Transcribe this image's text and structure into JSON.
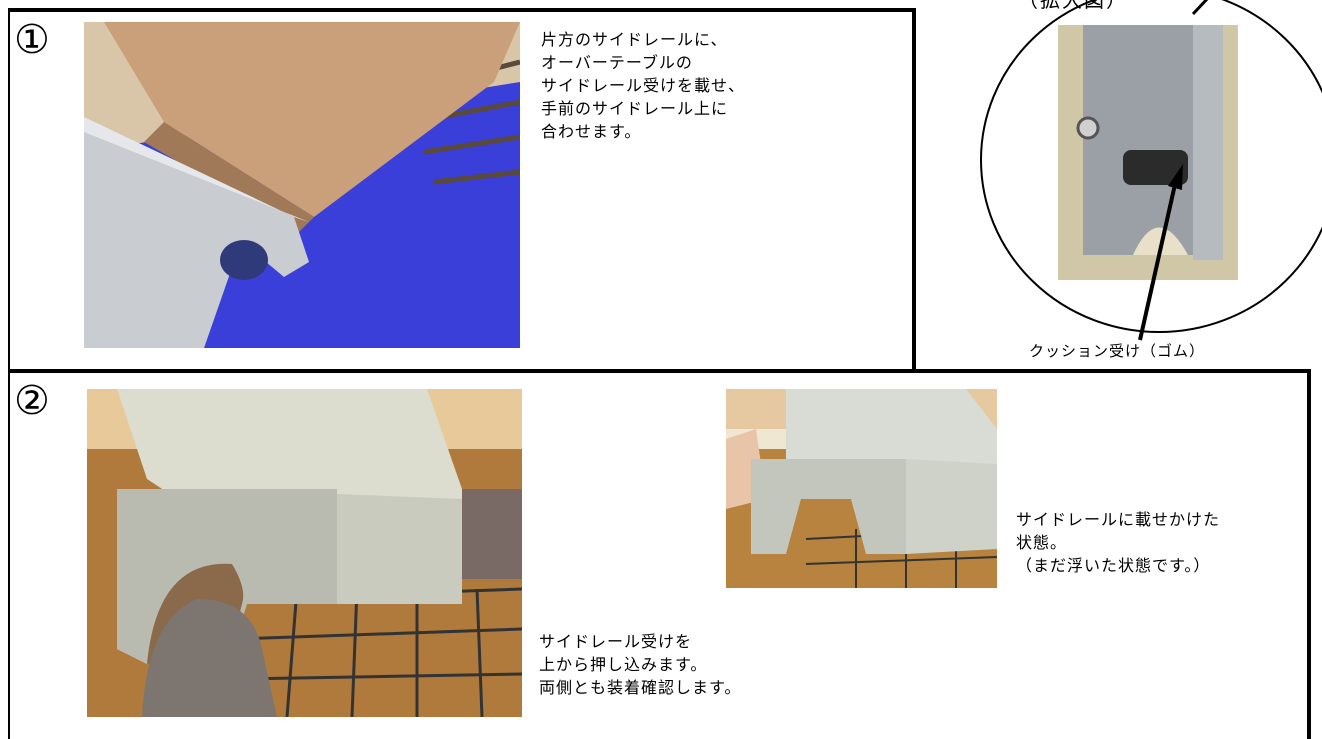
{
  "step1": {
    "number": "①",
    "caption_lines": [
      "片方のサイドレールに、",
      "オーバーテーブルの",
      "サイドレール受けを載せ、",
      "手前のサイドレール上に",
      "合わせます。"
    ]
  },
  "zoom": {
    "title": "（拡大図）",
    "label": "クッション受け（ゴム）"
  },
  "step2": {
    "number": "②",
    "caption_main_lines": [
      "サイドレール受けを",
      "上から押し込みます。",
      "両側とも装着確認します。"
    ],
    "caption_side_lines": [
      "サイドレールに載せかけた",
      "状態。",
      "（まだ浮いた状態です。）"
    ]
  },
  "colors": {
    "mat_blue": "#3b3fd9",
    "tray_tan": "#c9a079",
    "rail_gray": "#c9ccd0",
    "wood": "#b07a3c",
    "wall": "#efe3c8"
  }
}
